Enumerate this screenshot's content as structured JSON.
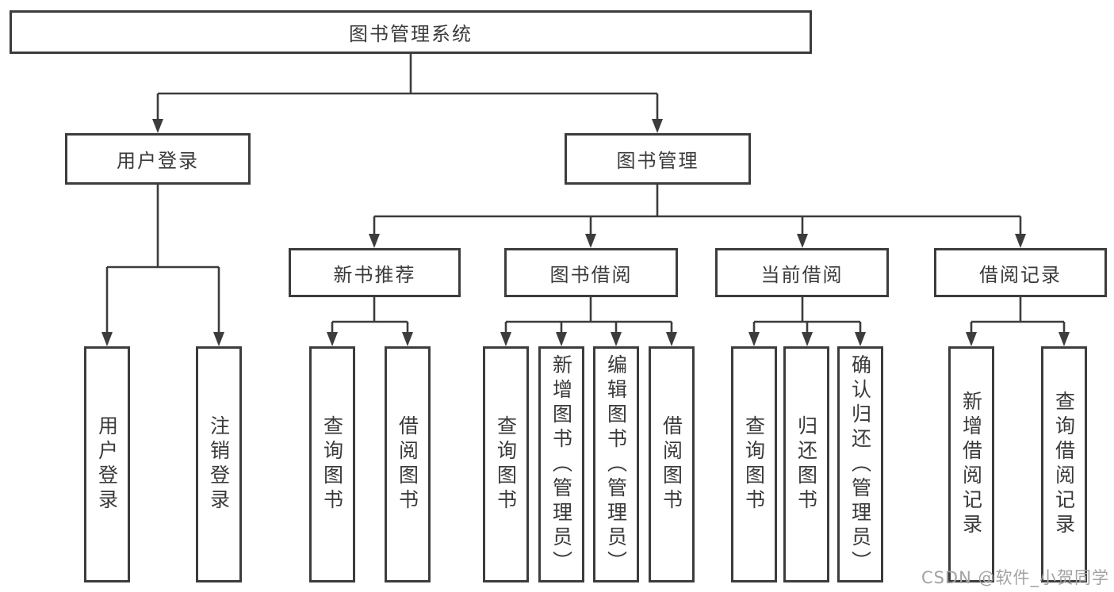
{
  "nodes": {
    "root": "图书管理系统",
    "user_login": "用户登录",
    "book_management": "图书管理",
    "new_book_recommend": "新书推荐",
    "book_borrow": "图书借阅",
    "current_borrow": "当前借阅",
    "borrow_records": "借阅记录",
    "leaf_user_login": "用户登录",
    "leaf_logout": "注销登录",
    "leaf_nbr_query_books": "查询图书",
    "leaf_nbr_borrow_books": "借阅图书",
    "leaf_bb_query_books": "查询图书",
    "leaf_bb_add_books": "新增图书（管理员）",
    "leaf_bb_edit_books": "编辑图书（管理员）",
    "leaf_bb_borrow_books": "借阅图书",
    "leaf_cb_query_books": "查询图书",
    "leaf_cb_return_books": "归还图书",
    "leaf_cb_confirm_return": "确认归还（管理员）",
    "leaf_br_add_record": "新增借阅记录",
    "leaf_br_query_record": "查询借阅记录"
  },
  "hierarchy": {
    "图书管理系统": {
      "用户登录": [
        "用户登录",
        "注销登录"
      ],
      "图书管理": {
        "新书推荐": [
          "查询图书",
          "借阅图书"
        ],
        "图书借阅": [
          "查询图书",
          "新增图书（管理员）",
          "编辑图书（管理员）",
          "借阅图书"
        ],
        "当前借阅": [
          "查询图书",
          "归还图书",
          "确认归还（管理员）"
        ],
        "借阅记录": [
          "新增借阅记录",
          "查询借阅记录"
        ]
      }
    }
  },
  "watermark": {
    "text": "CSDN @软件_小贺同学"
  },
  "colors": {
    "line": "#3c3c3c",
    "border": "#3c3c3c",
    "text": "#3a3a3a",
    "watermark": "#a2a2a2",
    "background": "#ffffff"
  }
}
